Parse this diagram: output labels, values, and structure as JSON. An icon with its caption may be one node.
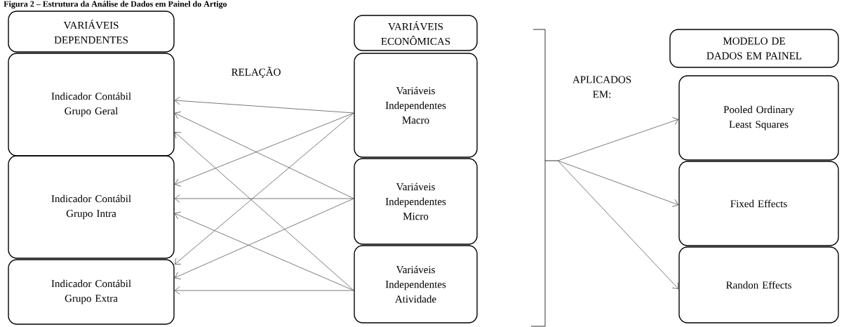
{
  "diagram": {
    "title": "Figura 2 – Estrutura da Análise de Dados em Painel do Artigo",
    "nodes": [
      {
        "text": [
          "VARIÁVEIS DEPENDENTES"
        ]
      },
      {
        "text": [
          "Indicador Contábil Grupo Geral"
        ]
      },
      {
        "text": [
          "Indicador Contábil Grupo Intra"
        ]
      },
      {
        "text": [
          "Indicador Contábil Grupo Extra"
        ]
      },
      {
        "text": [
          "VARIÁVEIS ECONÔMICAS"
        ]
      },
      {
        "text": [
          "Variáveis Independentes Macro"
        ]
      },
      {
        "text": [
          "Variáveis Independentes Micro"
        ]
      },
      {
        "text": [
          "Variáveis Independentes Atividade"
        ]
      },
      {
        "text": [
          "MODELO DE DADOS EM PAINEL"
        ]
      },
      {
        "text": [
          "Pooled Ordinary Least Squares"
        ]
      },
      {
        "text": [
          "Fixed Effects"
        ]
      },
      {
        "text": [
          "Randon Effects"
        ]
      },
      {
        "text": [],
        "shape": "bracket"
      }
    ],
    "edges": [
      {
        "from": 5,
        "to": 1,
        "arrow": "to"
      },
      {
        "from": 5,
        "to": 2,
        "arrow": "to"
      },
      {
        "from": 5,
        "to": 3,
        "arrow": "to"
      },
      {
        "from": 6,
        "to": 1,
        "arrow": "to"
      },
      {
        "from": 6,
        "to": 2,
        "arrow": "to"
      },
      {
        "from": 6,
        "to": 3,
        "arrow": "to"
      },
      {
        "from": 7,
        "to": 1,
        "arrow": "to"
      },
      {
        "from": 7,
        "to": 2,
        "arrow": "to"
      },
      {
        "from": 7,
        "to": 3,
        "arrow": "to"
      },
      {
        "from": 12,
        "to": 9,
        "arrow": "to"
      },
      {
        "from": 12,
        "to": 10,
        "arrow": "to"
      },
      {
        "from": 12,
        "to": 11,
        "arrow": "to"
      }
    ],
    "labels": [
      "RELAÇÃO",
      "APLICADOS EM:"
    ]
  }
}
